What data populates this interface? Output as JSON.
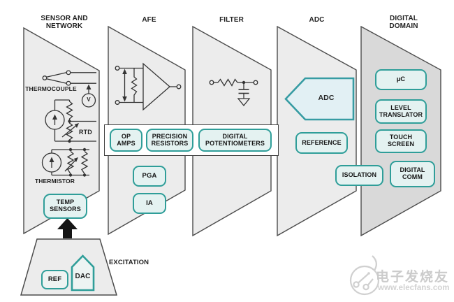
{
  "headers": {
    "sensor": "SENSOR AND\nNETWORK",
    "afe": "AFE",
    "filter": "FILTER",
    "adc": "ADC",
    "digital": "DIGITAL\nDOMAIN"
  },
  "sensor": {
    "thermocouple_label": "THERMOCOUPLE",
    "voltmeter_label": "V",
    "rtd_label": "RTD",
    "thermistor_label": "THERMISTOR",
    "temp_sensors": "TEMP\nSENSORS"
  },
  "afe": {
    "op_amps": "OP\nAMPS",
    "precision_resistors": "PRECISION\nRESISTORS",
    "pga": "PGA",
    "ia": "IA"
  },
  "filter": {
    "digital_potentiometers": "DIGITAL\nPOTENTIOMETERS"
  },
  "adc": {
    "adc_block": "ADC",
    "reference": "REFERENCE",
    "isolation": "ISOLATION"
  },
  "digital": {
    "microcontroller": "µC",
    "level_translator": "LEVEL\nTRANSLATOR",
    "touch_screen": "TOUCH\nSCREEN",
    "digital_comm": "DIGITAL\nCOMM"
  },
  "excitation": {
    "label": "EXCITATION",
    "ref": "REF",
    "dac": "DAC"
  },
  "watermark": {
    "brand": "电子发烧友",
    "site": "www.elecfans.com"
  },
  "colors": {
    "teal_border": "#2f9e99",
    "box_fill": "#e4f2f1",
    "panel_fill": "#ececec",
    "digital_panel_fill": "#d9d9d9",
    "adc_pentagon_fill": "#e2f0f4",
    "circuit_line": "#333333",
    "watermark_gray": "#cccccc"
  }
}
